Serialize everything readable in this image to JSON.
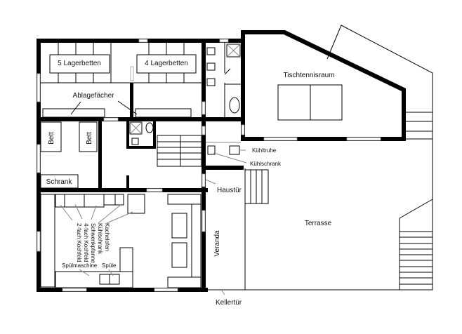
{
  "rooms": {
    "dorm_5": "5 Lagerbetten",
    "dorm_4": "4 Lagerbetten",
    "shelves": "Ablagefächer",
    "bed_1": "Bett",
    "bed_2": "Bett",
    "wardrobe": "Schrank",
    "table_tennis": "Tischtennisraum",
    "freezer": "Kühltruhe",
    "fridge_room": "Kühlschrank",
    "front_door": "Haustür",
    "veranda": "Veranda",
    "terrace": "Terrasse",
    "cellar_door": "Kellertür"
  },
  "kitchen": {
    "hob_2": "2-fach Kochfeld",
    "hob_4": "4-fach Kochfeld",
    "tilting_pan": "Schwenkpfanne",
    "fridge": "Kühlschrank",
    "tiled_stove": "Kachelofen",
    "dishwasher": "Spülmaschine",
    "sink": "Spüle"
  }
}
